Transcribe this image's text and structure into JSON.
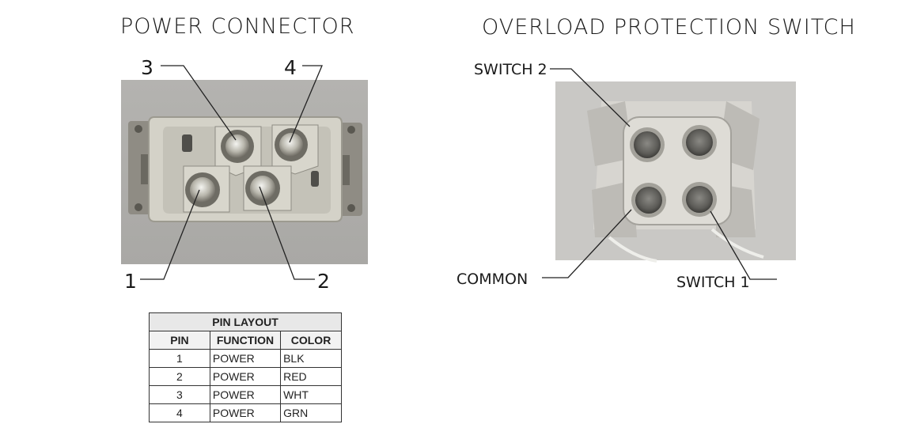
{
  "titles": {
    "left": "POWER CONNECTOR",
    "right": "OVERLOAD PROTECTION SWITCH"
  },
  "connector_pins": {
    "p1": "1",
    "p2": "2",
    "p3": "3",
    "p4": "4"
  },
  "switch_labels": {
    "switch2": "SWITCH 2",
    "common": "COMMON",
    "switch1": "SWITCH 1"
  },
  "pin_table": {
    "caption": "PIN LAYOUT",
    "headers": [
      "PIN",
      "FUNCTION",
      "COLOR"
    ],
    "rows": [
      [
        "1",
        "POWER",
        "BLK"
      ],
      [
        "2",
        "POWER",
        "RED"
      ],
      [
        "3",
        "POWER",
        "WHT"
      ],
      [
        "4",
        "POWER",
        "GRN"
      ]
    ]
  }
}
